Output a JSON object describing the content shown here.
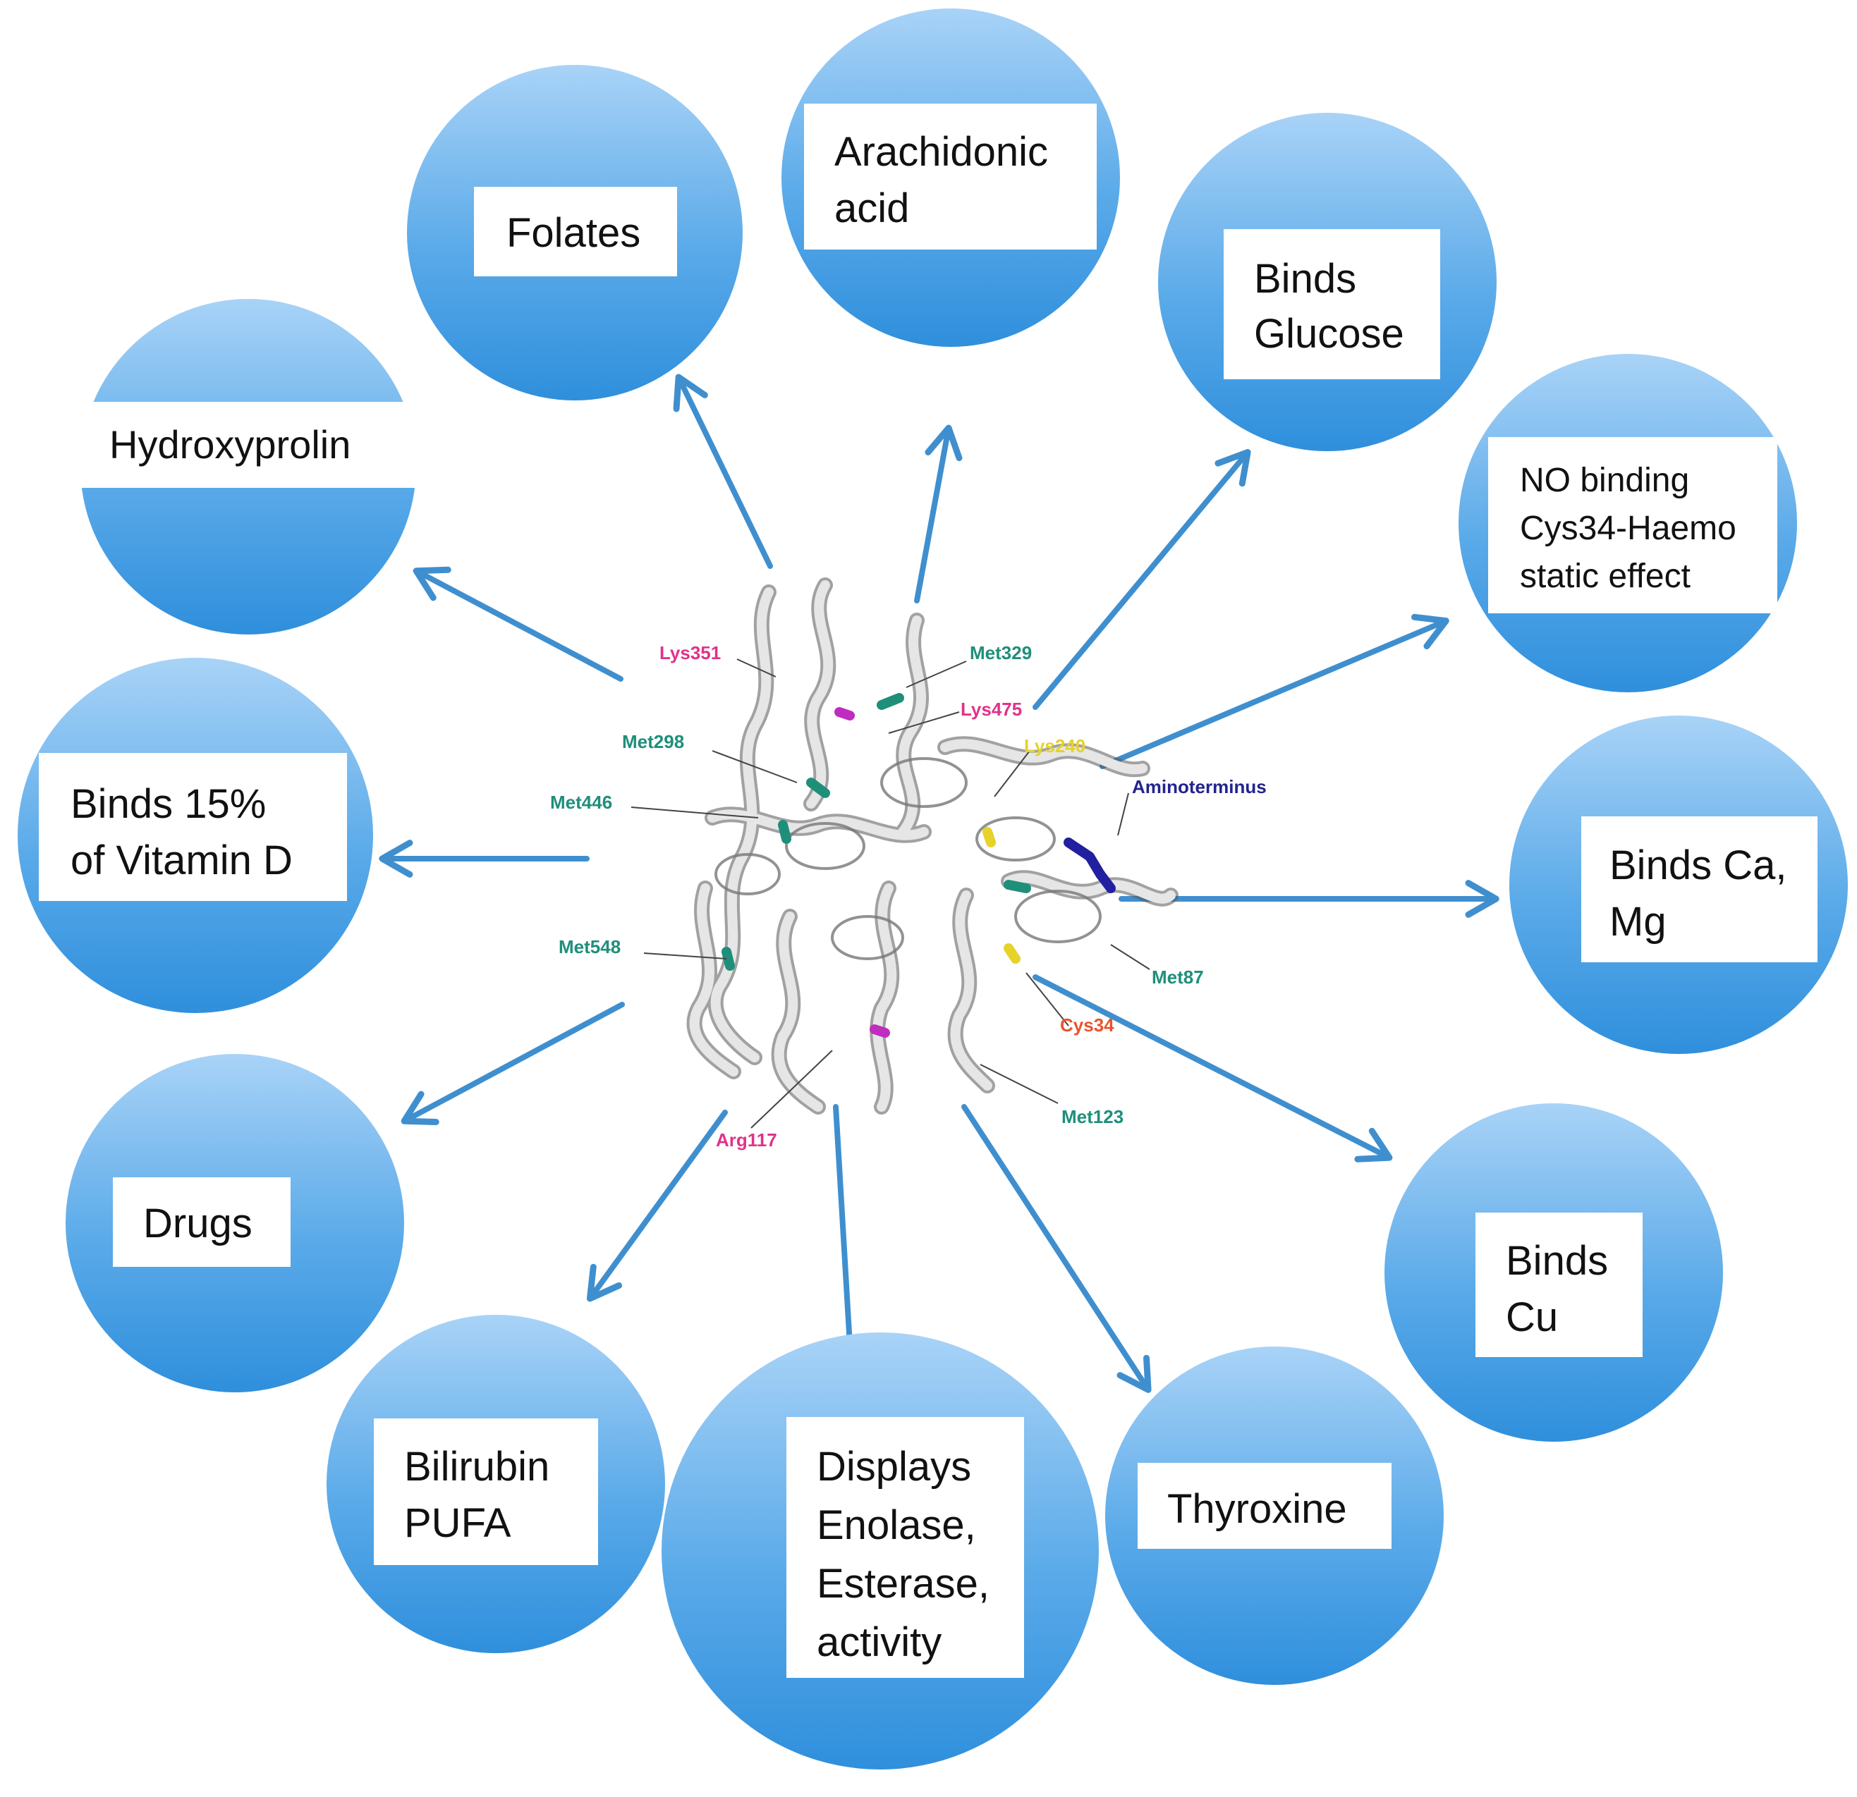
{
  "colors": {
    "bubble_light": "#a9d3f7",
    "bubble_dark": "#2f8fdc",
    "arrow": "#3f8fcf",
    "label_box": "#ffffff",
    "label_text": "#111111",
    "protein": "#c9c9c9"
  },
  "center": {
    "structure": "protein-ribbon-image"
  },
  "bubbles": [
    {
      "key": "hydroxyprolin",
      "lines": [
        "Hydroxyprolin"
      ]
    },
    {
      "key": "folates",
      "lines": [
        "Folates"
      ]
    },
    {
      "key": "arachidonic",
      "lines": [
        "Arachidonic",
        "acid"
      ]
    },
    {
      "key": "glucose",
      "lines": [
        "Binds",
        "Glucose"
      ]
    },
    {
      "key": "no-binding",
      "lines": [
        "NO binding",
        "Cys34-Haemo",
        "static effect"
      ]
    },
    {
      "key": "vitamin-d",
      "lines": [
        "Binds 15%",
        "of Vitamin D"
      ]
    },
    {
      "key": "ca-mg",
      "lines": [
        "Binds Ca,",
        "Mg"
      ]
    },
    {
      "key": "drugs",
      "lines": [
        "Drugs"
      ]
    },
    {
      "key": "cu",
      "lines": [
        "Binds",
        "Cu"
      ]
    },
    {
      "key": "bilirubin",
      "lines": [
        "Bilirubin",
        "PUFA"
      ]
    },
    {
      "key": "enolase",
      "lines": [
        "Displays",
        "Enolase,",
        "Esterase,",
        "activity"
      ]
    },
    {
      "key": "thyroxine",
      "lines": [
        "Thyroxine"
      ]
    }
  ],
  "residues": [
    {
      "key": "lys351",
      "text": "Lys351",
      "color": "#e0338a"
    },
    {
      "key": "met329",
      "text": "Met329",
      "color": "#1f8f7a"
    },
    {
      "key": "lys475",
      "text": "Lys475",
      "color": "#e0338a"
    },
    {
      "key": "met298",
      "text": "Met298",
      "color": "#1f8f7a"
    },
    {
      "key": "lys240",
      "text": "Lys240",
      "color": "#e6d22a"
    },
    {
      "key": "met446",
      "text": "Met446",
      "color": "#1f8f7a"
    },
    {
      "key": "aminoterminus",
      "text": "Aminoterminus",
      "color": "#23238f"
    },
    {
      "key": "met548",
      "text": "Met548",
      "color": "#1f8f7a"
    },
    {
      "key": "met87",
      "text": "Met87",
      "color": "#1f8f7a"
    },
    {
      "key": "cys34",
      "text": "Cys34",
      "color": "#e8542c"
    },
    {
      "key": "met123",
      "text": "Met123",
      "color": "#1f8f7a"
    },
    {
      "key": "arg117",
      "text": "Arg117",
      "color": "#e0338a"
    }
  ]
}
